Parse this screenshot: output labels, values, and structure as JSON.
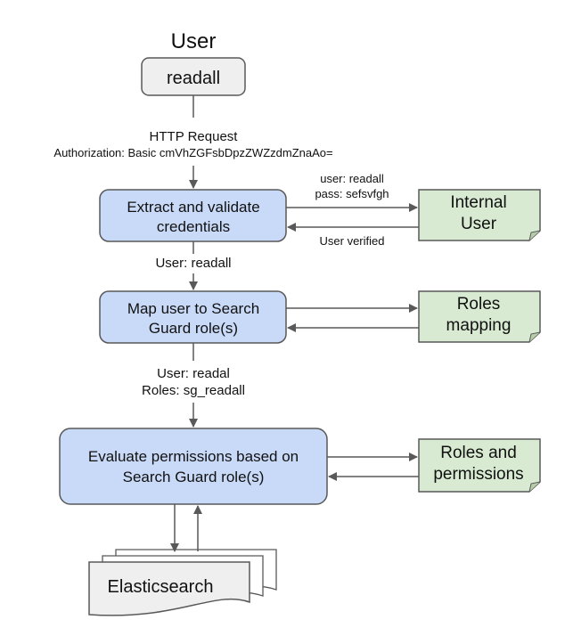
{
  "title": "User",
  "user_box": "readall",
  "request": {
    "line1": "HTTP Request",
    "line2": "Authorization: Basic cmVhZGFsbDpzZWZzdmZnaAo="
  },
  "steps": {
    "extract": [
      "Extract and validate",
      "credentials"
    ],
    "map": [
      "Map user to Search",
      "Guard role(s)"
    ],
    "evaluate": [
      "Evaluate permissions based on",
      "Search Guard role(s)"
    ]
  },
  "sources": {
    "internal_user": [
      "Internal",
      "User"
    ],
    "roles_mapping": [
      "Roles",
      "mapping"
    ],
    "roles_permissions": [
      "Roles and",
      "permissions"
    ]
  },
  "labels": {
    "credentials_sent": [
      "user: readall",
      "pass: sefsvfgh"
    ],
    "user_verified": "User verified",
    "after_extract": "User: readall",
    "after_map": [
      "User: readal",
      "Roles: sg_readall"
    ]
  },
  "backend": "Elasticsearch",
  "colors": {
    "step_fill": "#c9daf8",
    "source_fill": "#d9ead3",
    "user_fill": "#efefef",
    "stroke": "#595959"
  }
}
